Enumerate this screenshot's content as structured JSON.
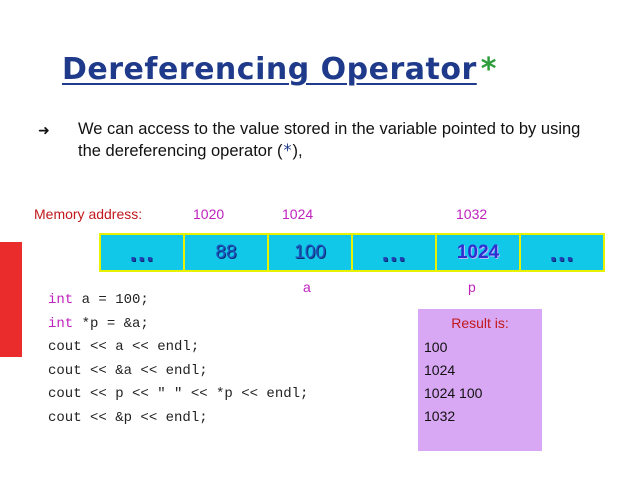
{
  "title": {
    "text": "Dereferencing Operator",
    "star": "*"
  },
  "bullet": {
    "icon": "arrow-bullet-icon",
    "glyph": "➜"
  },
  "paragraph": {
    "before": "We can access to the value stored in the variable pointed to by using the dereferencing operator (",
    "symbol": "*",
    "after": "),"
  },
  "memory": {
    "label": "Memory address:",
    "addresses": [
      "1020",
      "1024",
      "1032"
    ],
    "cells": [
      "...",
      "88",
      "100",
      "...",
      "1024",
      "..."
    ],
    "var_labels": [
      "a",
      "p"
    ]
  },
  "code": {
    "lines": [
      {
        "kw": "int",
        "rest": " a = 100;"
      },
      {
        "kw": "int",
        "rest": " *p = &a;"
      },
      {
        "kw": "",
        "rest": "cout << a << endl;"
      },
      {
        "kw": "",
        "rest": "cout << &a << endl;"
      },
      {
        "kw": "",
        "rest": "cout << p << \" \" << *p << endl;"
      },
      {
        "kw": "",
        "rest": "cout << &p << endl;"
      }
    ]
  },
  "result": {
    "title": "Result is:",
    "lines": [
      "100",
      "1024",
      "1024 100",
      "1032"
    ]
  },
  "colors": {
    "title": "#1f3a8a",
    "star": "#2e9e3c",
    "cell_bg": "#12c8e8",
    "cell_border": "#e8f200",
    "result_bg": "#d9a8f5",
    "accent_red": "#c0181b",
    "accent_magenta": "#c022c0"
  }
}
